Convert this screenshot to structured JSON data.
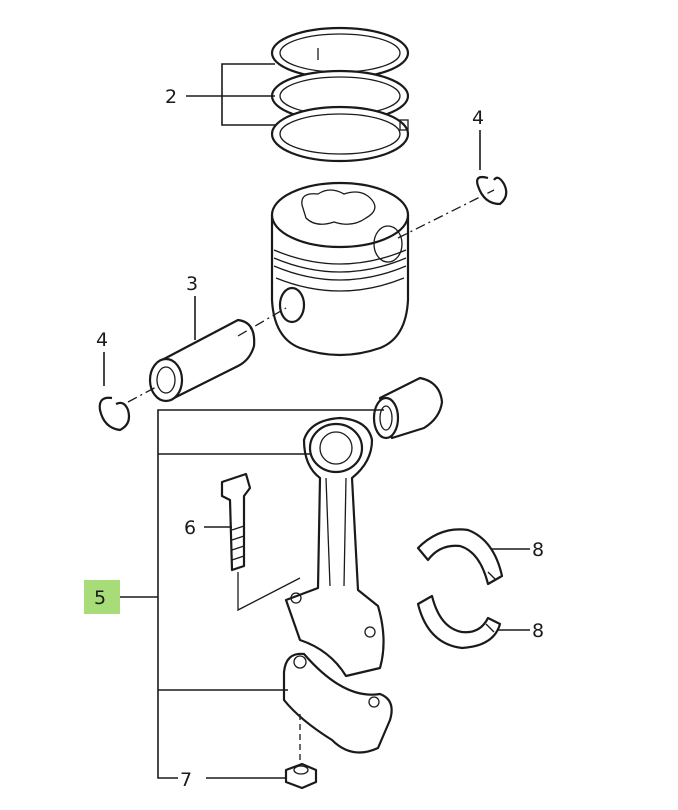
{
  "callouts": {
    "piston_rings": "2",
    "piston_pin": "3",
    "snap_ring_right": "4",
    "snap_ring_left": "4",
    "connecting_rod_assembly": "5",
    "rod_bolt": "6",
    "rod_nut": "7",
    "bearing_upper": "8",
    "bearing_lower": "8"
  },
  "colors": {
    "highlight": "#a8dc78",
    "line": "#1a1a1a"
  }
}
